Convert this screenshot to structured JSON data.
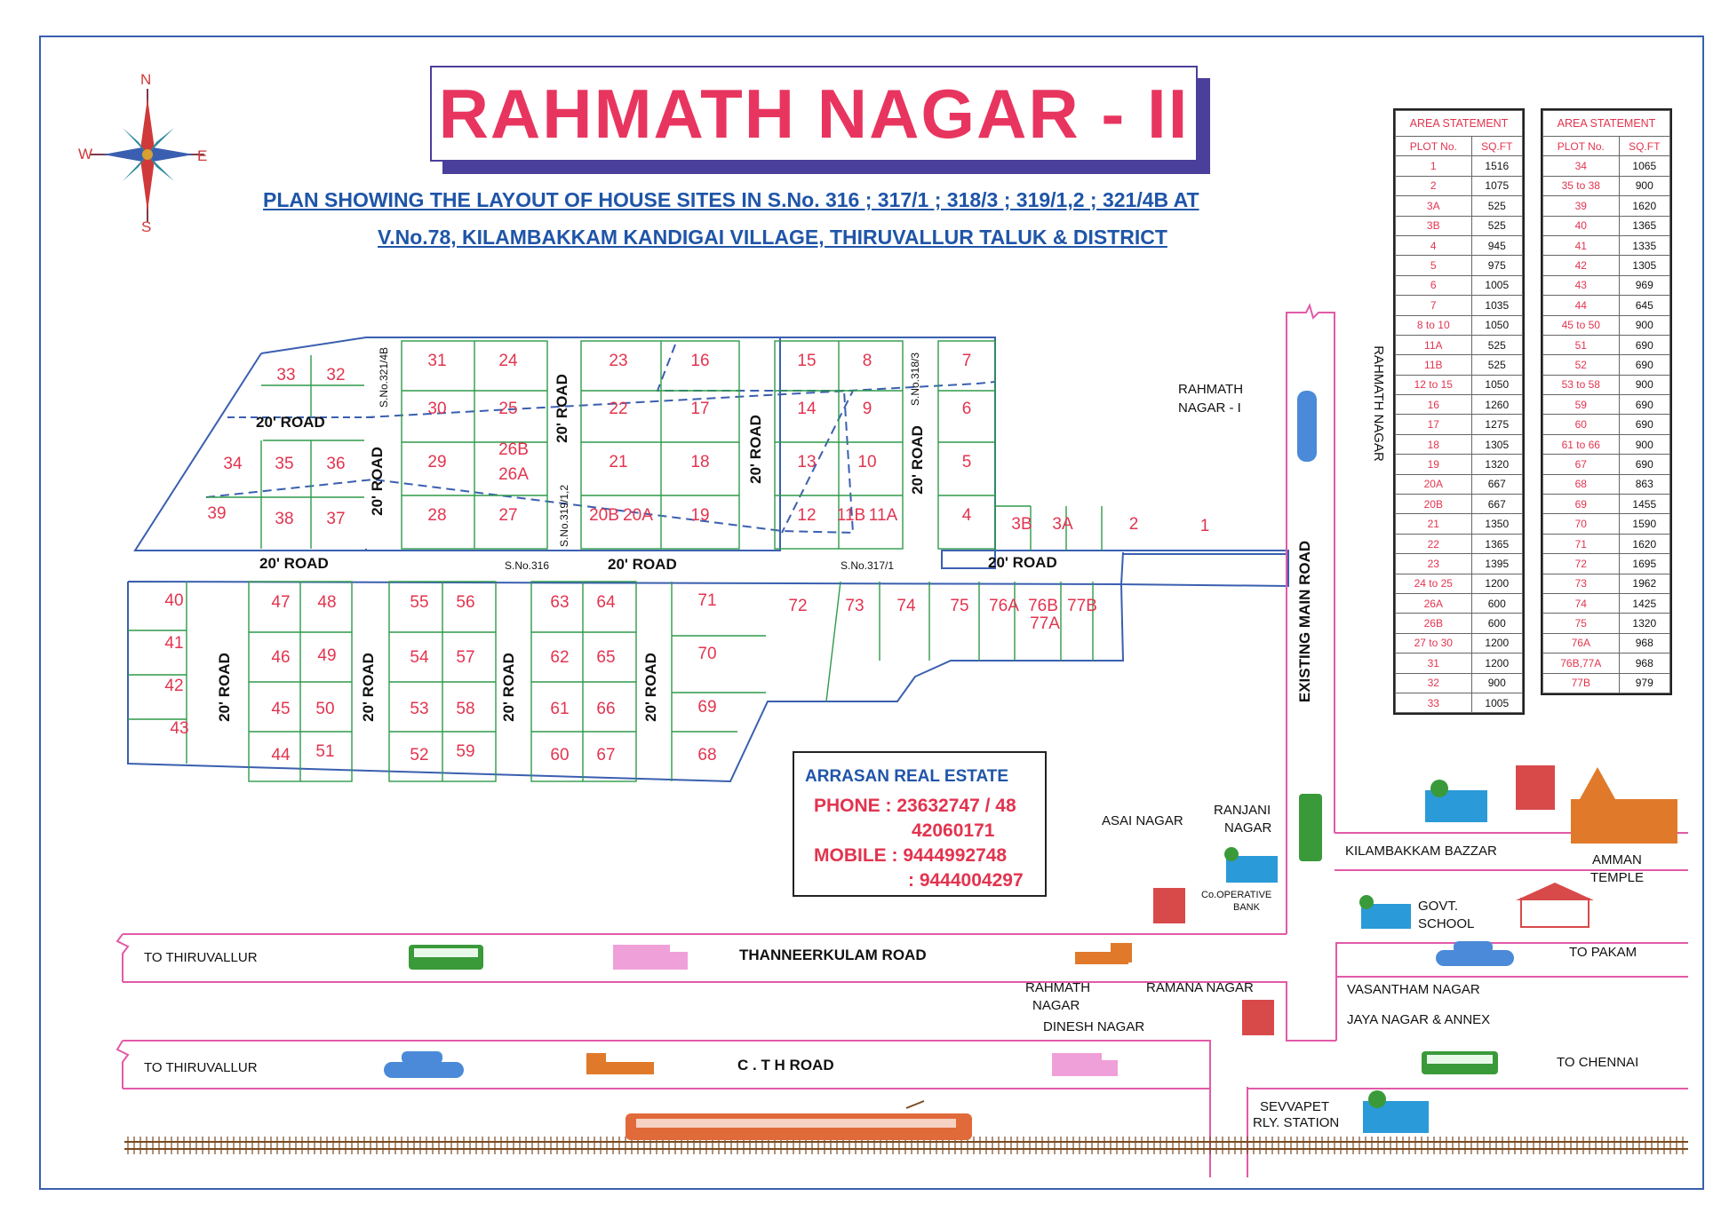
{
  "title": "RAHMATH NAGAR - II",
  "subtitle_line1": "PLAN SHOWING THE LAYOUT OF HOUSE SITES IN S.No. 316 ; 317/1 ; 318/3 ; 319/1,2 ; 321/4B AT",
  "subtitle_line2": "V.No.78, KILAMBAKKAM KANDIGAI VILLAGE, THIRUVALLUR TALUK & DISTRICT",
  "compass": {
    "n": "N",
    "s": "S",
    "e": "E",
    "w": "W"
  },
  "area_statement_left": {
    "caption": "AREA STATEMENT",
    "col_plot": "PLOT No.",
    "col_sqft": "SQ.FT",
    "rows": [
      [
        "1",
        "1516"
      ],
      [
        "2",
        "1075"
      ],
      [
        "3A",
        "525"
      ],
      [
        "3B",
        "525"
      ],
      [
        "4",
        "945"
      ],
      [
        "5",
        "975"
      ],
      [
        "6",
        "1005"
      ],
      [
        "7",
        "1035"
      ],
      [
        "8 to 10",
        "1050"
      ],
      [
        "11A",
        "525"
      ],
      [
        "11B",
        "525"
      ],
      [
        "12 to 15",
        "1050"
      ],
      [
        "16",
        "1260"
      ],
      [
        "17",
        "1275"
      ],
      [
        "18",
        "1305"
      ],
      [
        "19",
        "1320"
      ],
      [
        "20A",
        "667"
      ],
      [
        "20B",
        "667"
      ],
      [
        "21",
        "1350"
      ],
      [
        "22",
        "1365"
      ],
      [
        "23",
        "1395"
      ],
      [
        "24 to 25",
        "1200"
      ],
      [
        "26A",
        "600"
      ],
      [
        "26B",
        "600"
      ],
      [
        "27 to 30",
        "1200"
      ],
      [
        "31",
        "1200"
      ],
      [
        "32",
        "900"
      ],
      [
        "33",
        "1005"
      ]
    ]
  },
  "area_statement_right": {
    "caption": "AREA STATEMENT",
    "col_plot": "PLOT No.",
    "col_sqft": "SQ.FT",
    "rows": [
      [
        "34",
        "1065"
      ],
      [
        "35 to 38",
        "900"
      ],
      [
        "39",
        "1620"
      ],
      [
        "40",
        "1365"
      ],
      [
        "41",
        "1335"
      ],
      [
        "42",
        "1305"
      ],
      [
        "43",
        "969"
      ],
      [
        "44",
        "645"
      ],
      [
        "45 to 50",
        "900"
      ],
      [
        "51",
        "690"
      ],
      [
        "52",
        "690"
      ],
      [
        "53 to 58",
        "900"
      ],
      [
        "59",
        "690"
      ],
      [
        "60",
        "690"
      ],
      [
        "61 to 66",
        "900"
      ],
      [
        "67",
        "690"
      ],
      [
        "68",
        "863"
      ],
      [
        "69",
        "1455"
      ],
      [
        "70",
        "1590"
      ],
      [
        "71",
        "1620"
      ],
      [
        "72",
        "1695"
      ],
      [
        "73",
        "1962"
      ],
      [
        "74",
        "1425"
      ],
      [
        "75",
        "1320"
      ],
      [
        "76A",
        "968"
      ],
      [
        "76B,77A",
        "968"
      ],
      [
        "77B",
        "979"
      ]
    ]
  },
  "contact": {
    "company": "ARRASAN REAL ESTATE",
    "phone_line1": "PHONE : 23632747 / 48",
    "phone_line2": "42060171",
    "mobile_line1": "MOBILE : 9444992748",
    "mobile_line2": ": 9444004297"
  },
  "roads": {
    "road_20": "20' ROAD",
    "existing_main_road": "EXISTING MAIN ROAD",
    "thanneerkulam_road": "THANNEERKULAM  ROAD",
    "cth_road": "C . T  H  ROAD"
  },
  "survey_labels": {
    "s316": "S.No.316",
    "s3171": "S.No.317/1",
    "s3183": "S.No.318/3",
    "s3192": "S.No.319/1,2",
    "s3214b": "S.No.321/4B"
  },
  "places": {
    "rahmath_nagar_1": [
      "RAHMATH",
      "NAGAR - I"
    ],
    "rahmath_nagar_v": "RAHMATH NAGAR",
    "asai_nagar": "ASAI NAGAR",
    "ranjani_nagar": [
      "RANJANI",
      "NAGAR"
    ],
    "coop_bank": [
      "Co.OPERATIVE",
      "BANK"
    ],
    "kilambakkam_bazzar": "KILAMBAKKAM BAZZAR",
    "amman_temple": [
      "AMMAN",
      "TEMPLE"
    ],
    "govt_school": [
      "GOVT.",
      "SCHOOL"
    ],
    "to_thiruvallur_1": "TO THIRUVALLUR",
    "to_thiruvallur_2": "TO THIRUVALLUR",
    "to_pakam": "TO PAKAM",
    "to_chennai": "TO CHENNAI",
    "rahmath_nagar_b": [
      "RAHMATH",
      "NAGAR"
    ],
    "ramana_nagar": "RAMANA  NAGAR",
    "dinesh_nagar": "DINESH NAGAR",
    "vasantham_nagar": "VASANTHAM NAGAR",
    "jaya_nagar": "JAYA NAGAR & ANNEX",
    "sevvapet": [
      "SEVVAPET",
      "RLY. STATION"
    ]
  },
  "colors": {
    "plot_red": "#e2344f",
    "boundary_blue": "#3a5fb0",
    "road_pink": "#e25aa8",
    "plot_green": "#2f9a4a"
  }
}
